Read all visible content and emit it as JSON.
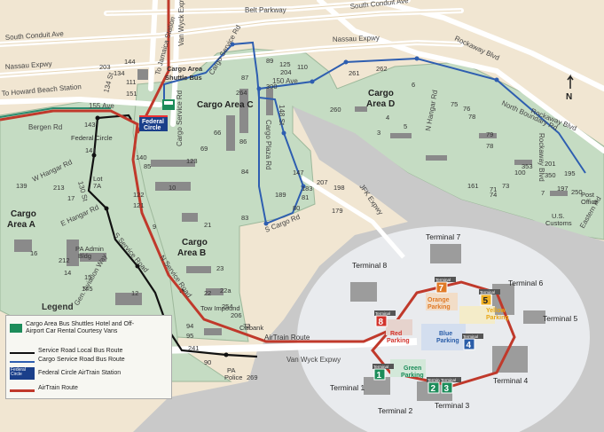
{
  "roads": {
    "belt_parkway": "Belt Parkway",
    "south_conduit_top": "South Conduit Ave",
    "south_conduit_left": "South Conduit Ave",
    "nassau_left": "Nassau Expwy",
    "nassau_right": "Nassau Expwy",
    "van_wyck_top": "Van Wyck Expwy",
    "van_wyck_bottom": "Van Wyck Expwy",
    "to_jamaica": "To Jamaica Station",
    "to_howard_beach": "To Howard Beach Station",
    "rockaway_blvd_top": "Rockaway Blvd",
    "rockaway_blvd_right": "Rockaway Blvd",
    "north_boundary": "North Boundary Rd",
    "cargo_service_rd": "Cargo Service Rd",
    "cargo_service_rd2": "Cargo Service Rd",
    "cargo_plaza": "Cargo Plaza Rd",
    "s_cargo_rd": "S Cargo Rd",
    "ave_150": "150 Ave",
    "ave_155": "155 Ave",
    "st_134": "134 St",
    "st_148": "148 St",
    "bergen_rd": "Bergen Rd",
    "w_hangar": "W Hangar Rd",
    "e_hangar": "E Hangar Rd",
    "n_hangar": "N Hangar Rd",
    "n_service": "N Service Road",
    "s_service": "S Service Road",
    "st_130": "130 St",
    "gen_aviation": "Gen. Aviation Way",
    "jfk_expwy": "JFK Expwy",
    "rockaway_blvd_mid": "Rockaway Blvd",
    "eastern_rd": "Eastern Rd"
  },
  "areas": {
    "a": [
      "Cargo",
      "Area A"
    ],
    "b": [
      "Cargo",
      "Area B"
    ],
    "c": "Cargo Area C",
    "d": [
      "Cargo",
      "Area D"
    ]
  },
  "places": {
    "federal_circle": "Federal Circle",
    "federal_circle_box": [
      "Federal",
      "Circle"
    ],
    "cargo_shuttle": [
      "Cargo Area",
      "Shuttle Bus"
    ],
    "lot_7a": [
      "Lot",
      "7A"
    ],
    "pa_admin": [
      "PA Admin",
      "Bldg"
    ],
    "tow_impound": "Tow Impound",
    "citibank": "Citibank",
    "pa_police": [
      "PA",
      "Police"
    ],
    "post_office": [
      "Post",
      "Office"
    ],
    "us_customs": [
      "U.S.",
      "Customs"
    ],
    "airtrain_route": "AirTrain Route"
  },
  "terminals": {
    "t1": "Terminal 1",
    "t2": "Terminal 2",
    "t3": "Terminal 3",
    "t4": "Terminal 4",
    "t5": "Terminal 5",
    "t6": "Terminal 6",
    "t7": "Terminal 7",
    "t8": "Terminal 8"
  },
  "stations": [
    {
      "id": "1",
      "label": "Terminal",
      "color": "#1c8c5a"
    },
    {
      "id": "2",
      "label": "Terminal",
      "color": "#1c8c5a"
    },
    {
      "id": "3",
      "label": "Terminal",
      "color": "#1c8c5a"
    },
    {
      "id": "4",
      "label": "Terminal",
      "color": "#2a5da8"
    },
    {
      "id": "5",
      "label": "Terminal",
      "color": "#f0b021"
    },
    {
      "id": "7",
      "label": "Terminal",
      "color": "#e07a26"
    },
    {
      "id": "8",
      "label": "Terminal",
      "color": "#d2332c"
    }
  ],
  "parking": {
    "red": [
      "Red",
      "Parking"
    ],
    "orange": [
      "Orange",
      "Parking"
    ],
    "yellow": [
      "Yellow",
      "Parking"
    ],
    "blue": [
      "Blue",
      "Parking"
    ],
    "green": [
      "Green",
      "Parking"
    ]
  },
  "parking_colors": {
    "red": "#d2332c",
    "orange": "#e07a26",
    "yellow": "#e8a715",
    "blue": "#2a5da8",
    "green": "#1c8c5a"
  },
  "building_numbers": [
    "203",
    "144",
    "111",
    "141",
    "143",
    "134",
    "151",
    "89",
    "125",
    "110",
    "204",
    "87",
    "300",
    "264",
    "261",
    "262",
    "6",
    "75",
    "260",
    "78",
    "79",
    "86",
    "3",
    "4",
    "5",
    "66",
    "69",
    "123",
    "10",
    "85",
    "147",
    "84",
    "183",
    "198",
    "207",
    "189",
    "80",
    "179",
    "83",
    "81",
    "213",
    "17",
    "139",
    "16",
    "21",
    "22",
    "23",
    "74",
    "353",
    "100",
    "201",
    "350",
    "195",
    "161",
    "71",
    "73",
    "197",
    "250",
    "7",
    "9",
    "14",
    "212",
    "15",
    "145",
    "12",
    "94",
    "254",
    "95",
    "241",
    "90",
    "269",
    "206",
    "72",
    "22a",
    "78",
    "76",
    "122",
    "121",
    "140"
  ],
  "legend": {
    "title": "Legend",
    "items": [
      "Cargo Area Bus Shuttles Hotel and Off-Airport Car Rental Courtesy Vans",
      "Service Road Local Bus Route",
      "Cargo Service Road Bus Route",
      "Federal Circle AirTrain Station",
      "AirTrain Route"
    ],
    "station_icon": [
      "Federal",
      "Circle"
    ]
  },
  "compass": "N",
  "colors": {
    "ground": "#f1e6d2",
    "cargo": "#bfd9bd",
    "airport": "#c8c8c8",
    "local_bus": "#111111",
    "cargo_bus": "#2e5eb0",
    "airtrain": "#c0392b"
  }
}
